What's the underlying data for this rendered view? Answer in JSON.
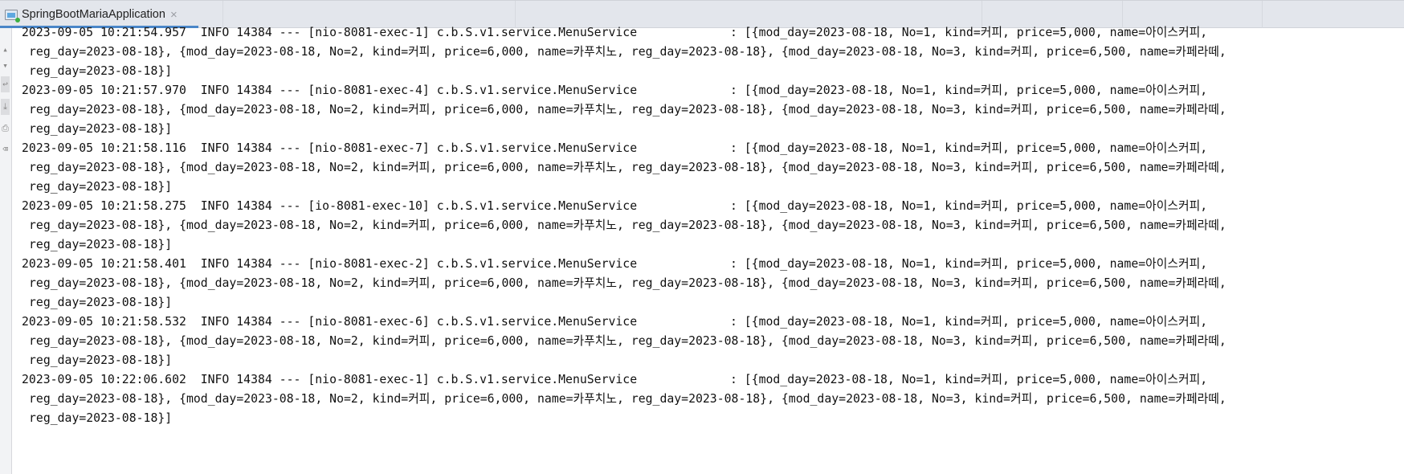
{
  "tab": {
    "title": "SpringBootMariaApplication",
    "close": "×"
  },
  "entries": [
    {
      "head": "2023-09-05 10:21:54.957  INFO 14384 --- [nio-8081-exec-1] c.b.S.v1.service.MenuService             : [{mod_day=2023-08-18, No=1, kind=커피, price=5,000, name=아이스커피,",
      "mid": "reg_day=2023-08-18}, {mod_day=2023-08-18, No=2, kind=커피, price=6,000, name=카푸치노, reg_day=2023-08-18}, {mod_day=2023-08-18, No=3, kind=커피, price=6,500, name=카페라떼,",
      "tail": "reg_day=2023-08-18}]"
    },
    {
      "head": "2023-09-05 10:21:57.970  INFO 14384 --- [nio-8081-exec-4] c.b.S.v1.service.MenuService             : [{mod_day=2023-08-18, No=1, kind=커피, price=5,000, name=아이스커피,",
      "mid": "reg_day=2023-08-18}, {mod_day=2023-08-18, No=2, kind=커피, price=6,000, name=카푸치노, reg_day=2023-08-18}, {mod_day=2023-08-18, No=3, kind=커피, price=6,500, name=카페라떼,",
      "tail": "reg_day=2023-08-18}]"
    },
    {
      "head": "2023-09-05 10:21:58.116  INFO 14384 --- [nio-8081-exec-7] c.b.S.v1.service.MenuService             : [{mod_day=2023-08-18, No=1, kind=커피, price=5,000, name=아이스커피,",
      "mid": "reg_day=2023-08-18}, {mod_day=2023-08-18, No=2, kind=커피, price=6,000, name=카푸치노, reg_day=2023-08-18}, {mod_day=2023-08-18, No=3, kind=커피, price=6,500, name=카페라떼,",
      "tail": "reg_day=2023-08-18}]"
    },
    {
      "head": "2023-09-05 10:21:58.275  INFO 14384 --- [io-8081-exec-10] c.b.S.v1.service.MenuService             : [{mod_day=2023-08-18, No=1, kind=커피, price=5,000, name=아이스커피,",
      "mid": "reg_day=2023-08-18}, {mod_day=2023-08-18, No=2, kind=커피, price=6,000, name=카푸치노, reg_day=2023-08-18}, {mod_day=2023-08-18, No=3, kind=커피, price=6,500, name=카페라떼,",
      "tail": "reg_day=2023-08-18}]"
    },
    {
      "head": "2023-09-05 10:21:58.401  INFO 14384 --- [nio-8081-exec-2] c.b.S.v1.service.MenuService             : [{mod_day=2023-08-18, No=1, kind=커피, price=5,000, name=아이스커피,",
      "mid": "reg_day=2023-08-18}, {mod_day=2023-08-18, No=2, kind=커피, price=6,000, name=카푸치노, reg_day=2023-08-18}, {mod_day=2023-08-18, No=3, kind=커피, price=6,500, name=카페라떼,",
      "tail": "reg_day=2023-08-18}]"
    },
    {
      "head": "2023-09-05 10:21:58.532  INFO 14384 --- [nio-8081-exec-6] c.b.S.v1.service.MenuService             : [{mod_day=2023-08-18, No=1, kind=커피, price=5,000, name=아이스커피,",
      "mid": "reg_day=2023-08-18}, {mod_day=2023-08-18, No=2, kind=커피, price=6,000, name=카푸치노, reg_day=2023-08-18}, {mod_day=2023-08-18, No=3, kind=커피, price=6,500, name=카페라떼,",
      "tail": "reg_day=2023-08-18}]"
    },
    {
      "head": "2023-09-05 10:22:06.602  INFO 14384 --- [nio-8081-exec-1] c.b.S.v1.service.MenuService             : [{mod_day=2023-08-18, No=1, kind=커피, price=5,000, name=아이스커피,",
      "mid": "reg_day=2023-08-18}, {mod_day=2023-08-18, No=2, kind=커피, price=6,000, name=카푸치노, reg_day=2023-08-18}, {mod_day=2023-08-18, No=3, kind=커피, price=6,500, name=카페라떼,",
      "tail": "reg_day=2023-08-18}]"
    }
  ]
}
